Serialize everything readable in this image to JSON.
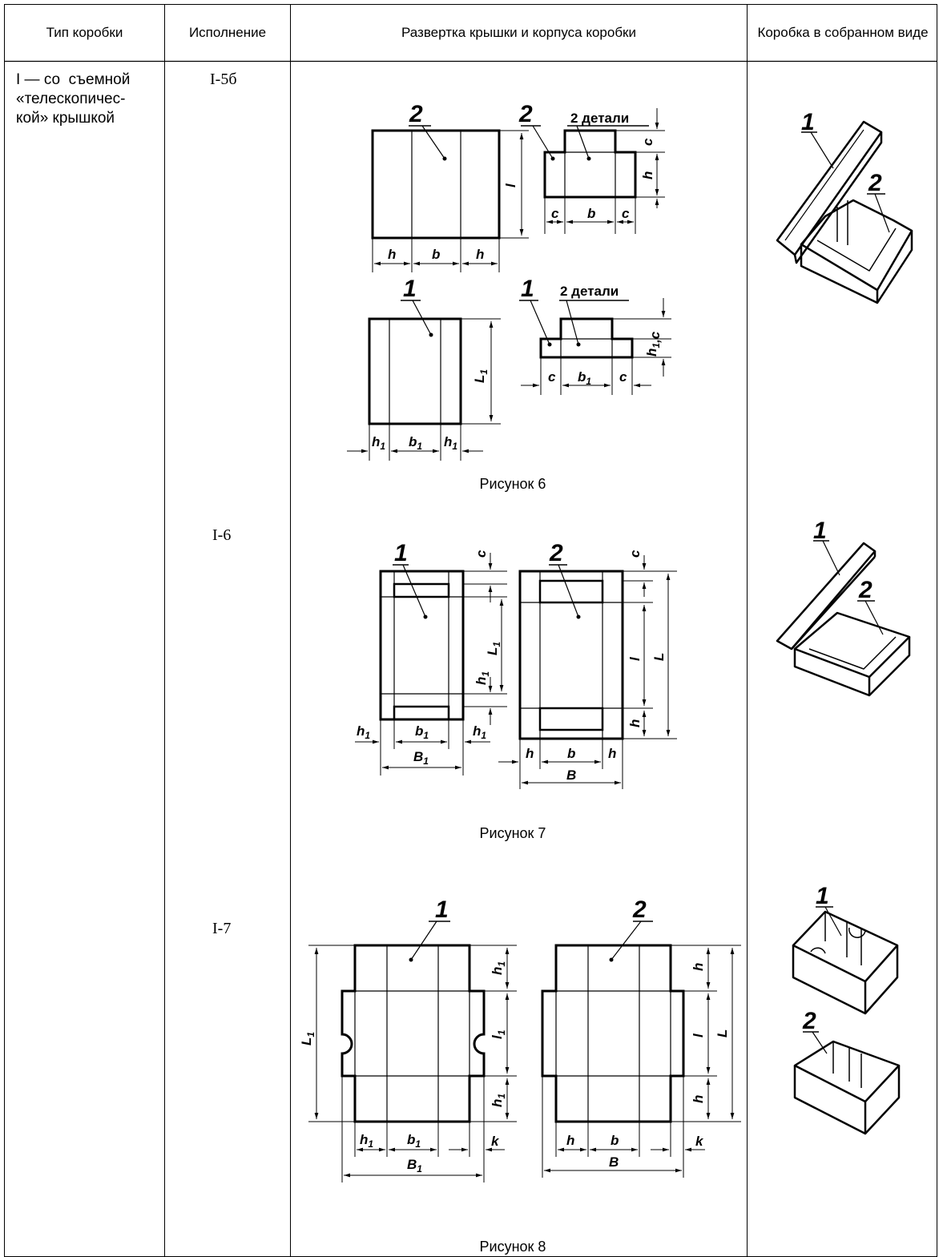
{
  "table": {
    "headers": [
      "Тип коробки",
      "Исполнение",
      "Развертка крышки и корпуса коробки",
      "Коробка в собранном виде"
    ],
    "type_text": "I — со съемной «телескопической» крышкой",
    "type_lines": [
      "I — со  съемной",
      "«телескопичес-",
      "кой» крышкой"
    ]
  },
  "variants": [
    "I-5б",
    "I-6",
    "I-7"
  ],
  "captions": [
    "Рисунок 6",
    "Рисунок 7",
    "Рисунок 8"
  ],
  "labels": {
    "part1": "1",
    "part2": "2",
    "two_parts": "2 детали",
    "h": "h",
    "b": "b",
    "l": "l",
    "c": "c",
    "L": "L",
    "B": "B",
    "k": "k",
    "h1": "h",
    "b1": "b",
    "L1": "L",
    "B1": "B",
    "l1": "l",
    "sub1": "1"
  }
}
